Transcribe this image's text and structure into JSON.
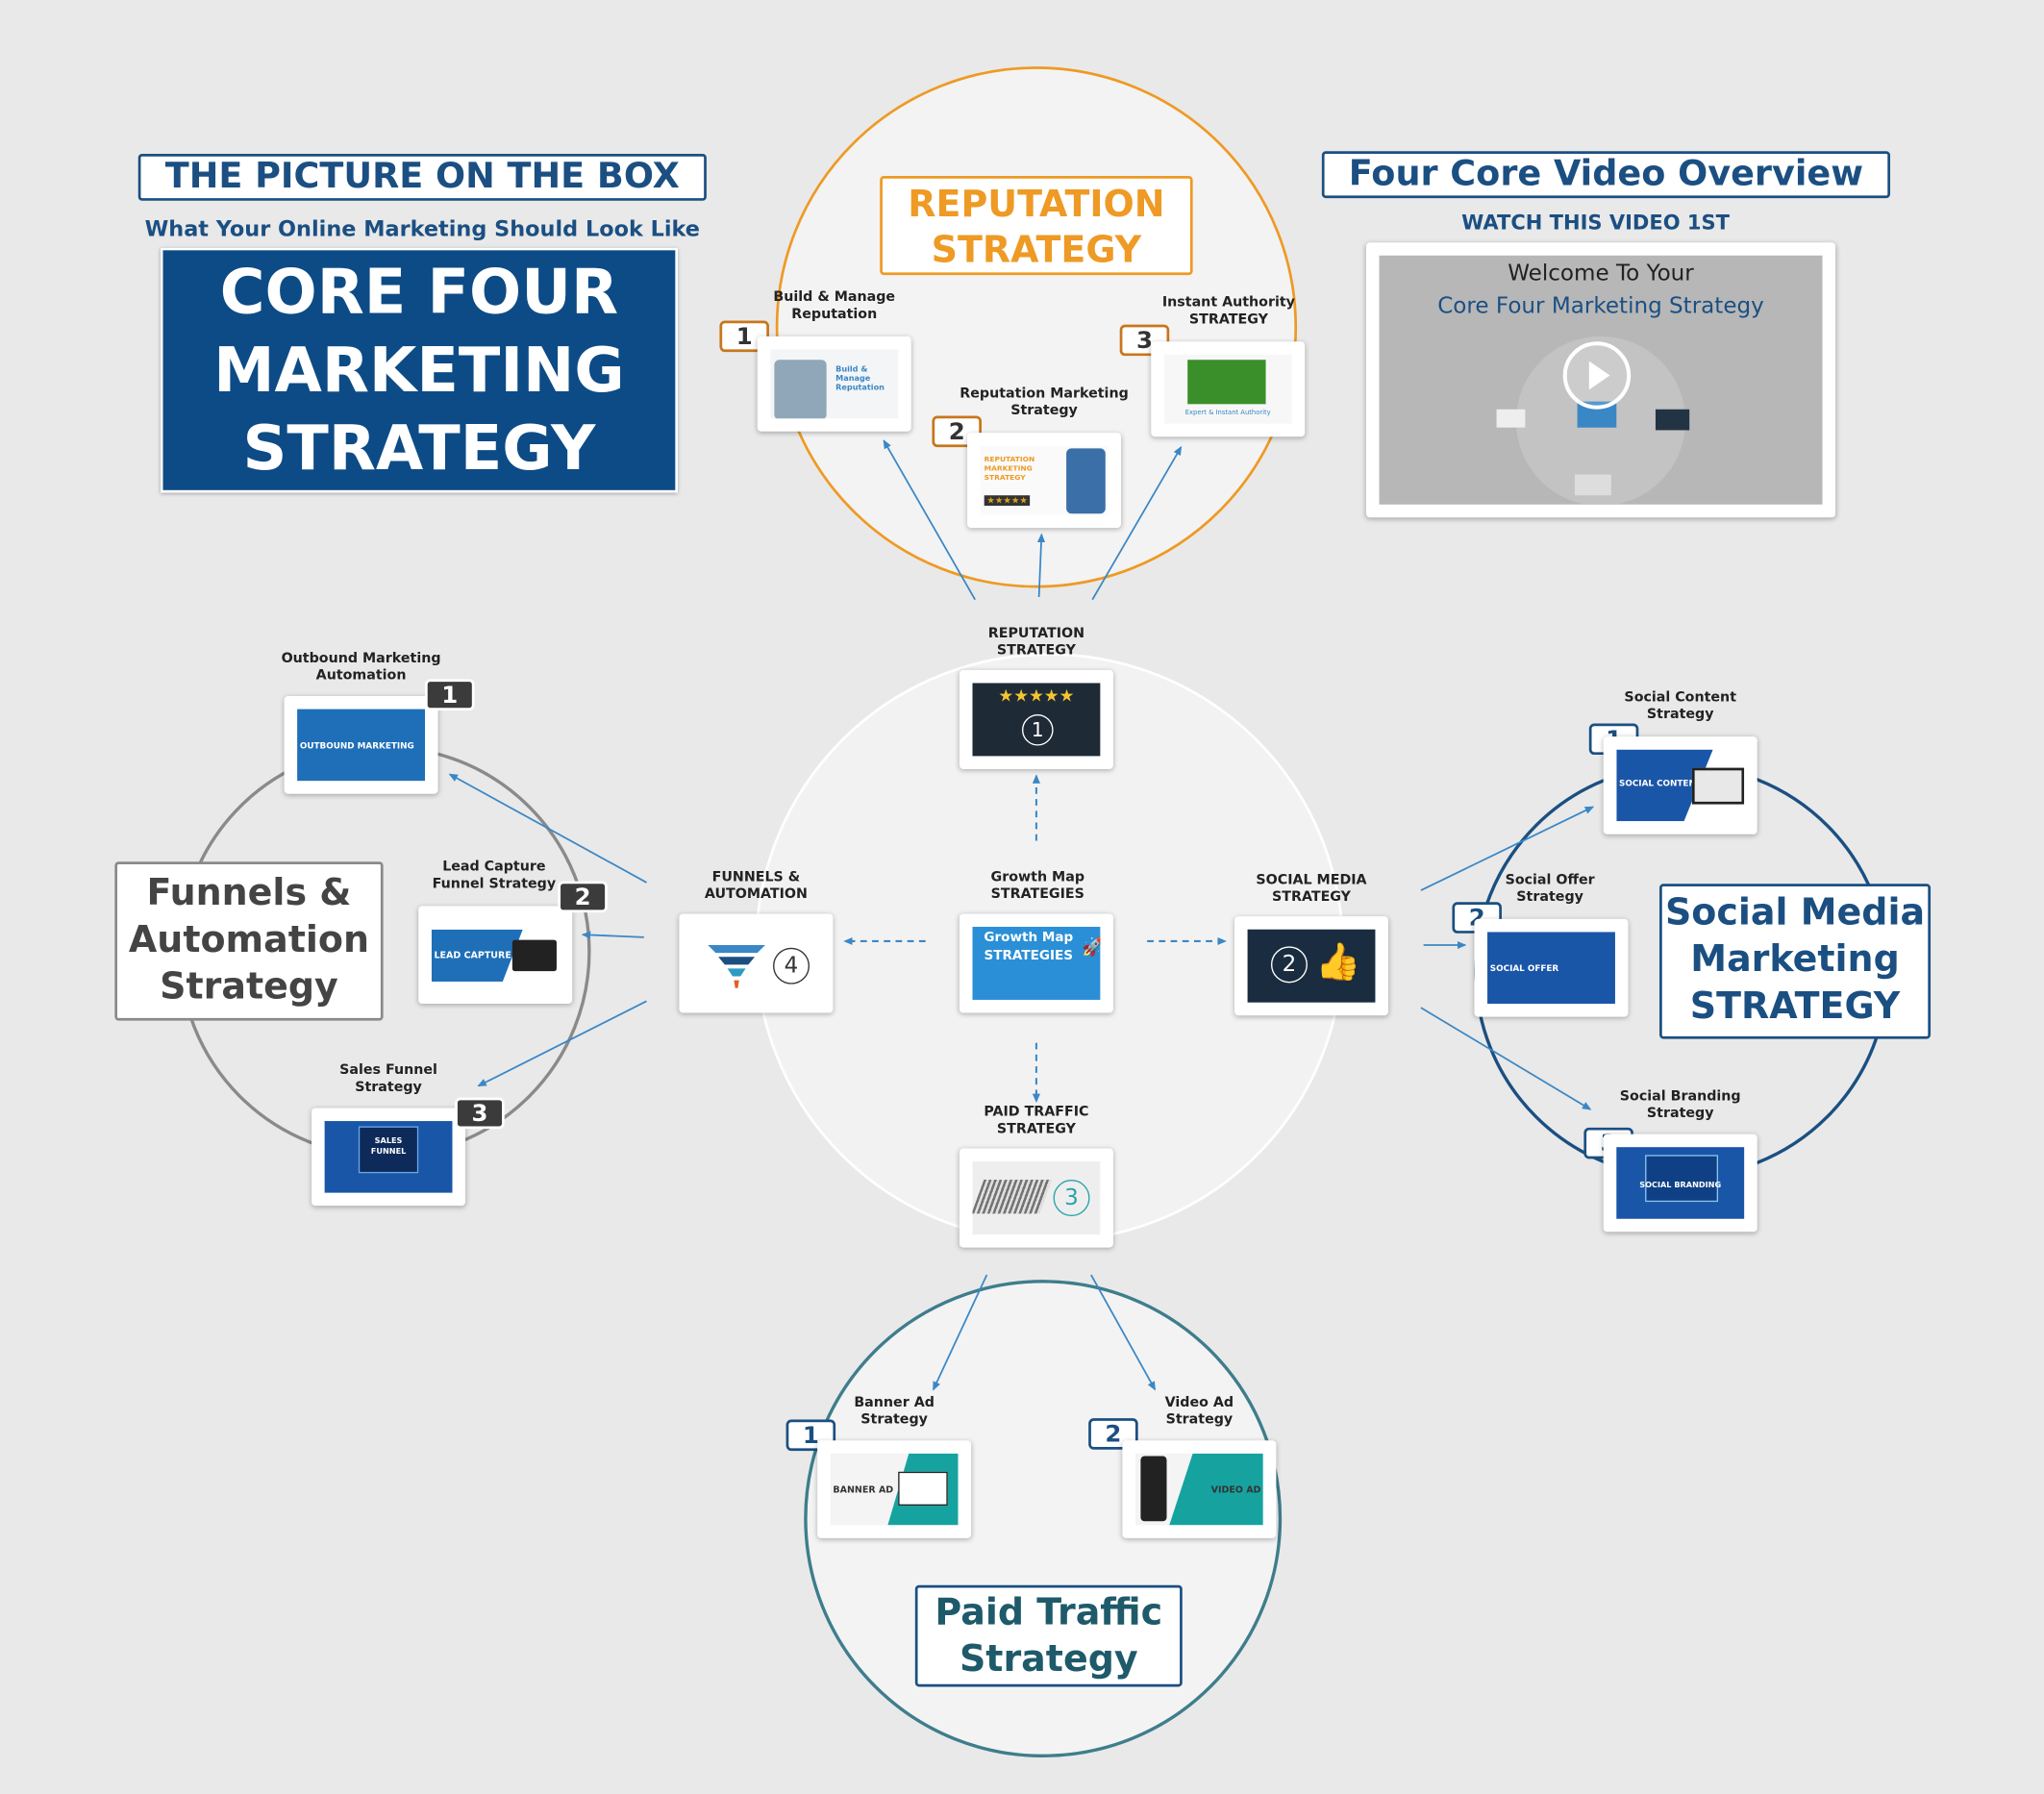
{
  "header": {
    "box_title": "THE PICTURE ON THE BOX",
    "box_subtitle": "What Your Online Marketing Should Look Like",
    "main_title_line1": "CORE FOUR",
    "main_title_line2": "MARKETING",
    "main_title_line3": "STRATEGY"
  },
  "video": {
    "title": "Four Core Video Overview",
    "subtitle": "WATCH THIS VIDEO 1ST",
    "screen_line1": "Welcome To Your",
    "screen_line2": "Core Four Marketing Strategy"
  },
  "reputation_group": {
    "title_line1": "REPUTATION",
    "title_line2": "STRATEGY",
    "items": [
      {
        "num": "1",
        "label": "Build & Manage\nReputation",
        "thumb_text": "Build & Manage Reputation"
      },
      {
        "num": "2",
        "label": "Reputation Marketing\nStrategy",
        "thumb_text": "REPUTATION MARKETING STRATEGY",
        "stars": "★★★★★"
      },
      {
        "num": "3",
        "label": "Instant Authority\nSTRATEGY",
        "thumb_text": "Expert & Instant Authority"
      }
    ]
  },
  "center_hub": {
    "growth": {
      "label": "Growth Map\nSTRATEGIES",
      "thumb_text": "Growth Map STRATEGIES"
    },
    "reputation": {
      "label": "REPUTATION\nSTRATEGY",
      "num": "1",
      "stars": "★★★★★"
    },
    "funnels": {
      "label": "FUNNELS &\nAUTOMATION",
      "num": "4"
    },
    "social": {
      "label": "SOCIAL MEDIA\nSTRATEGY",
      "num": "2"
    },
    "paid": {
      "label": "PAID TRAFFIC\nSTRATEGY",
      "num": "3"
    }
  },
  "funnels_group": {
    "title_line1": "Funnels &",
    "title_line2": "Automation",
    "title_line3": "Strategy",
    "items": [
      {
        "num": "1",
        "label": "Outbound Marketing\nAutomation",
        "thumb_text": "OUTBOUND MARKETING"
      },
      {
        "num": "2",
        "label": "Lead Capture\nFunnel Strategy",
        "thumb_text": "LEAD CAPTURE"
      },
      {
        "num": "3",
        "label": "Sales Funnel\nStrategy",
        "thumb_text": "SALES FUNNEL"
      }
    ]
  },
  "social_group": {
    "title_line1": "Social Media",
    "title_line2": "Marketing",
    "title_line3": "STRATEGY",
    "items": [
      {
        "num": "1",
        "label": "Social Content\nStrategy",
        "thumb_text": "SOCIAL CONTENT"
      },
      {
        "num": "2",
        "label": "Social Offer\nStrategy",
        "thumb_text": "SOCIAL OFFER"
      },
      {
        "num": "3",
        "label": "Social Branding\nStrategy",
        "thumb_text": "SOCIAL BRANDING"
      }
    ]
  },
  "paid_group": {
    "title_line1": "Paid Traffic",
    "title_line2": "Strategy",
    "items": [
      {
        "num": "1",
        "label": "Banner Ad\nStrategy",
        "thumb_text": "BANNER AD"
      },
      {
        "num": "2",
        "label": "Video Ad\nStrategy",
        "thumb_text": "VIDEO AD"
      }
    ]
  },
  "colors": {
    "navy": "#1b4f82",
    "orange": "#ee9a24",
    "teal_circle": "#3e7d8c",
    "grey_text": "#444444",
    "arrow": "#3a87c6"
  }
}
